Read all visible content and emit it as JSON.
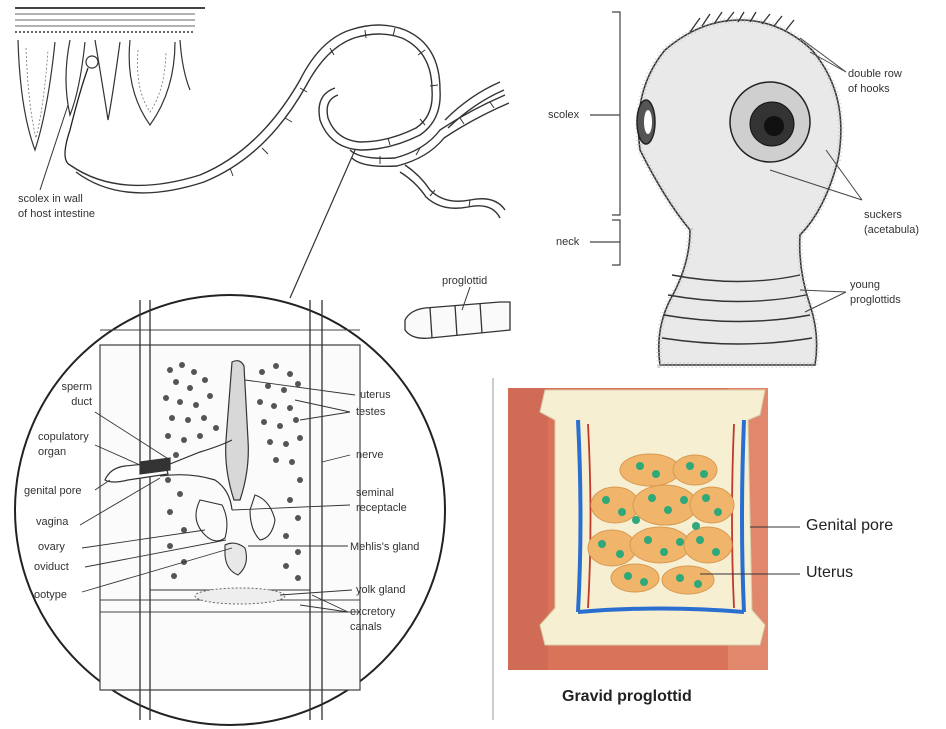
{
  "panel_top_left": {
    "labels": {
      "scolex_in_wall": "scolex in wall",
      "of_host_intestine": "of host intestine",
      "proglottid": "proglottid"
    }
  },
  "panel_proglottid_circle": {
    "labels": {
      "sperm_duct_1": "sperm",
      "sperm_duct_2": "duct",
      "copulatory_organ_1": "copulatory",
      "copulatory_organ_2": "organ",
      "genital_pore": "genital pore",
      "vagina": "vagina",
      "ovary": "ovary",
      "oviduct": "oviduct",
      "ootype": "ootype",
      "uterus": "uterus",
      "testes": "testes",
      "nerve": "nerve",
      "seminal_1": "seminal",
      "seminal_2": "receptacle",
      "mehlis_gland": "Mehlis's gland",
      "yolk_gland": "yolk gland",
      "excretory_1": "excretory",
      "excretory_2": "canals"
    }
  },
  "panel_scolex": {
    "labels": {
      "scolex": "scolex",
      "neck": "neck",
      "double_row_1": "double row",
      "double_row_2": "of hooks",
      "suckers_1": "suckers",
      "suckers_2": "(acetabula)",
      "young_1": "young",
      "young_2": "proglottids"
    }
  },
  "panel_gravid": {
    "labels": {
      "genital_pore": "Genital pore",
      "uterus": "Uterus"
    },
    "caption": "Gravid proglottid",
    "colors": {
      "background": "#d9745a",
      "segment": "#f6efd2",
      "uterus_fill": "#f0b46a",
      "egg": "#2fa87a",
      "canal_blue": "#2a6fd0",
      "canal_red": "#c0392b"
    }
  }
}
